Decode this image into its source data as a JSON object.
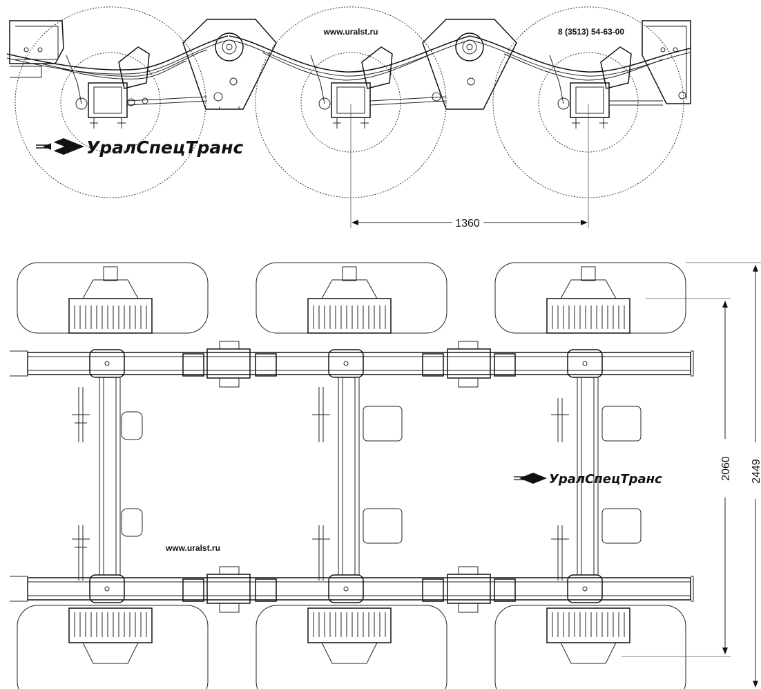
{
  "side_view": {
    "website": "www.uralst.ru",
    "phone": "8 (3513) 54-63-00",
    "logo_text": "УралСпецТранс",
    "wheelbase_dimension": "1360"
  },
  "top_view": {
    "website": "www.uralst.ru",
    "logo_text": "УралСпецТранс",
    "track_dimension": "2060",
    "overall_width_dimension": "2449"
  }
}
